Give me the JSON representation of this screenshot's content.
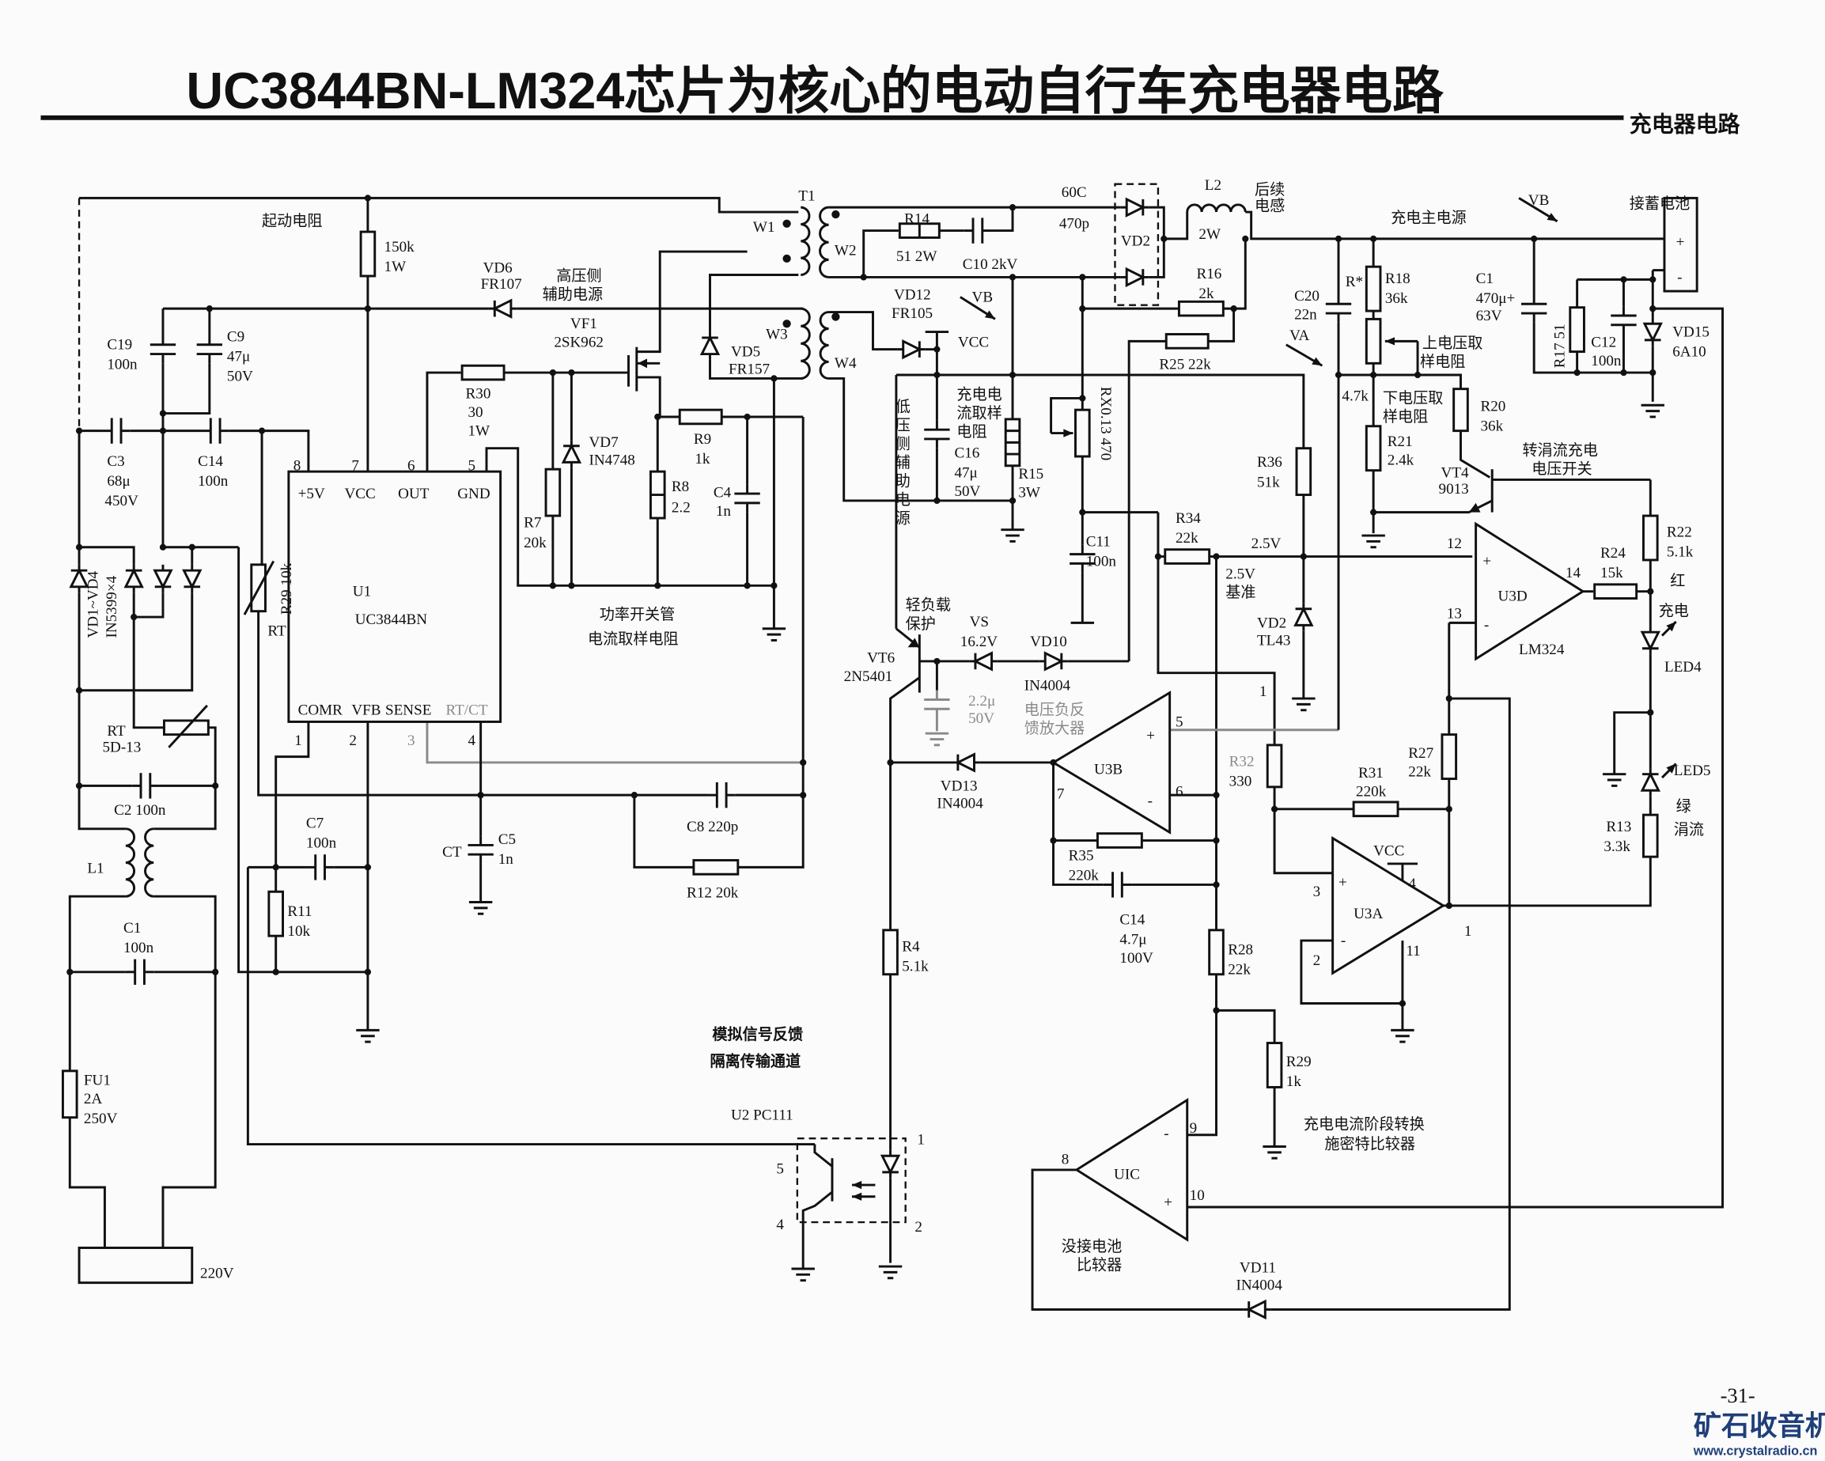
{
  "title": "UC3844BN-LM324芯片为核心的电动自行车充电器电路",
  "section_label": "充电器电路",
  "page_number": "-31-",
  "watermark": {
    "name": "矿石收音机",
    "url": "www.crystalradio.cn",
    "color": "#1f3f7a"
  },
  "labels": {
    "startup_resistor": "起动电阻",
    "r150k_v": "150k",
    "r150k_w": "1W",
    "vd6": "VD6",
    "vd6_t": "FR107",
    "hv_aux_1": "高压侧",
    "hv_aux_2": "辅助电源",
    "vf1": "VF1",
    "vf1_t": "2SK962",
    "c19": "C19",
    "c19_v": "100n",
    "c9": "C9",
    "c9_v": "47μ",
    "c9_u": "50V",
    "c3": "C3",
    "c3_v": "68μ",
    "c3_u": "450V",
    "c14": "C14",
    "c14_v": "100n",
    "r30": "R30",
    "r30_v": "30",
    "r30_w": "1W",
    "vd7": "VD7",
    "vd7_t": "IN4748",
    "r7": "R7",
    "r7_v": "20k",
    "r8": "R8",
    "r8_v": "2.2",
    "r9": "R9",
    "r9_v": "1k",
    "c4": "C4",
    "c4_v": "1n",
    "vd5": "VD5",
    "vd5_t": "FR157",
    "t1": "T1",
    "w1": "W1",
    "w2": "W2",
    "w3": "W3",
    "w4": "W4",
    "u1_p8": "8",
    "u1_p7": "7",
    "u1_p6": "6",
    "u1_p5": "5",
    "u1_n8": "+5V",
    "u1_n7": "VCC",
    "u1_n6": "OUT",
    "u1_n5": "GND",
    "u1": "U1",
    "u1_t": "UC3844BN",
    "u1_n1": "COMR",
    "u1_n2": "VFB",
    "u1_n3": "SENSE",
    "u1_n4": "RT/CT",
    "u1_p1": "1",
    "u1_p2": "2",
    "u1_p3": "3",
    "u1_p4": "4",
    "bridge": "VD1~VD4",
    "bridge_t": "IN5399×4",
    "r29": "R29 10k",
    "rt": "RT",
    "sw_sense_1": "功率开关管",
    "sw_sense_2": "电流取样电阻",
    "rt2": "RT",
    "rt2_t": "5D-13",
    "c2": "C2 100n",
    "l1": "L1",
    "c1": "C1",
    "c1_v": "100n",
    "fu1": "FU1",
    "fu1_a": "2A",
    "fu1_v": "250V",
    "v220": "220V",
    "c7": "C7",
    "c7_v": "100n",
    "r11": "R11",
    "r11_v": "10k",
    "ct": "CT",
    "c5": "C5",
    "c5_v": "1n",
    "c8": "C8 220p",
    "r12": "R12 20k",
    "analog_fb_1": "模拟信号反馈",
    "analog_fb_2": "隔离传输通道",
    "u2": "U2 PC111",
    "u2_p5": "5",
    "u2_p4": "4",
    "u2_p1": "1",
    "u2_p2": "2",
    "r4": "R4",
    "r4_v": "5.1k",
    "vt6": "VT6",
    "vt6_t": "2N5401",
    "light_load_1": "轻负载",
    "light_load_2": "保护",
    "vs": "VS",
    "vs_v": "16.2V",
    "vd10": "VD10",
    "vd10_t": "IN4004",
    "c_2u2": "2.2μ",
    "c_2u2_v": "50V",
    "vfb_amp_1": "电压负反",
    "vfb_amp_2": "馈放大器",
    "u3b": "U3B",
    "u3b_p5": "5",
    "u3b_p6": "6",
    "u3b_p7": "7",
    "u3b_plus": "+",
    "u3b_minus": "-",
    "vd13": "VD13",
    "vd13_t": "IN4004",
    "r35": "R35",
    "r35_v": "220k",
    "c14b": "C14",
    "c14b_v": "4.7μ",
    "c14b_u": "100V",
    "r32": "R32",
    "r32_v": "330",
    "r31": "R31",
    "r31_v": "220k",
    "r27": "R27",
    "r27_v": "22k",
    "u3a": "U3A",
    "u3a_p3": "3",
    "u3a_p2": "2",
    "u3a_p4": "4",
    "u3a_p1": "1",
    "u3a_p11": "11",
    "u3a_plus": "+",
    "u3a_minus": "-",
    "u3a_vcc": "VCC",
    "r28": "R28",
    "r28_v": "22k",
    "r29b": "R29",
    "r29b_v": "1k",
    "stage_sw_1": "充电电流阶段转换",
    "stage_sw_2": "施密特比较器",
    "u1c": "UIC",
    "u1c_p8": "8",
    "u1c_p9": "9",
    "u1c_p10": "10",
    "u1c_plus": "+",
    "u1c_minus": "-",
    "no_batt_1": "没接电池",
    "no_batt_2": "比较器",
    "vd11": "VD11",
    "vd11_t": "IN4004",
    "r14": "R14",
    "r14_v": "51  2W",
    "c10": "C10  2kV",
    "c60": "60C",
    "c60_v": "470p",
    "vd2": "VD2",
    "l2": "L2",
    "l2_v": "2W",
    "post_l_1": "后续",
    "post_l_2": "电感",
    "charge_main": "充电主电源",
    "vb": "VB",
    "battery": "接蓄电池",
    "batt_plus": "+",
    "batt_minus": "-",
    "vd12": "VD12",
    "vd12_t": "FR105",
    "vb2": "VB",
    "vcc2": "VCC",
    "lv_aux": "低压侧辅助电源",
    "cur_sense_1": "充电电",
    "cur_sense_2": "流取样",
    "cur_sense_3": "电阻",
    "c16": "C16",
    "c16_v": "47μ",
    "c16_u": "50V",
    "r15": "R15",
    "r15_w": "3W",
    "rx": "RX0.13  470",
    "c11": "C11",
    "c11_v": "100n",
    "r16": "R16",
    "r16_v": "2k",
    "r25": "R25 22k",
    "c20": "C20",
    "c20_v": "22n",
    "rstar": "R*",
    "r18": "R18",
    "r18_v": "36k",
    "va": "VA",
    "upper_s_1": "上电压取",
    "upper_s_2": "样电阻",
    "r4k7": "4.7k",
    "lower_s_1": "下电压取",
    "lower_s_2": "样电阻",
    "r21": "R21",
    "r21_v": "2.4k",
    "r20": "R20",
    "r20_v": "36k",
    "vt4": "VT4",
    "vt4_t": "9013",
    "trickle_1": "转涓流充电",
    "trickle_2": "电压开关",
    "c1r": "C1",
    "c1r_v": "470μ+",
    "c1r_u": "63V",
    "r17": "R17 51",
    "c12": "C12",
    "c12_v": "100n",
    "vd15": "VD15",
    "vd15_t": "6A10",
    "r34": "R34",
    "r34_v": "22k",
    "v25": "2.5V",
    "ref_1": "2.5V",
    "ref_2": "基准",
    "r36": "R36",
    "r36_v": "51k",
    "vd2b": "VD2",
    "vd2b_t": "TL43",
    "u3d": "U3D",
    "u3d_t": "LM324",
    "u3d_p12": "12",
    "u3d_p13": "13",
    "u3d_p14": "14",
    "u3d_plus": "+",
    "u3d_minus": "-",
    "r22": "R22",
    "r22_v": "5.1k",
    "r24": "R24",
    "r24_v": "15k",
    "red_1": "红",
    "red_2": "充电",
    "led4": "LED4",
    "led5": "LED5",
    "green_1": "绿",
    "green_2": "涓流",
    "r13": "R13",
    "r13_v": "3.3k",
    "tl43_pin1": "1"
  }
}
